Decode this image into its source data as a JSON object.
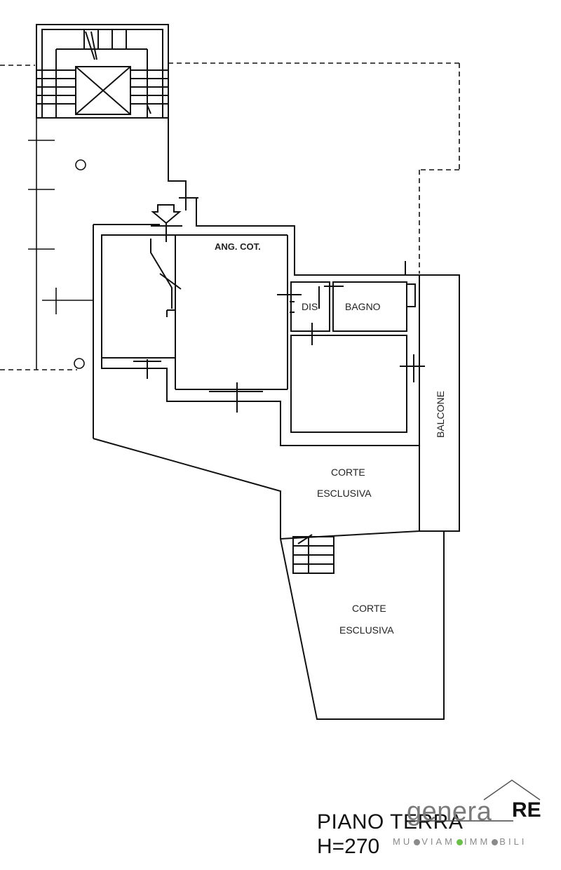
{
  "rooms": {
    "kitchen": "ANG. COT.",
    "hall": "DIS",
    "bath": "BAGNO",
    "balcony": "BALCONE",
    "court1_line1": "CORTE",
    "court1_line2": "ESCLUSIVA",
    "court2_line1": "CORTE",
    "court2_line2": "ESCLUSIVA"
  },
  "floor": {
    "title": "PIANO TERRA",
    "height": "H=270"
  },
  "logo": {
    "word": "genera",
    "re": "RE",
    "sub_a": "MU",
    "sub_b": "VIAM",
    "sub_c": "IMM",
    "sub_d": "BILI",
    "dot_gray": "#8a8a8a",
    "dot_green": "#6cc04a"
  }
}
